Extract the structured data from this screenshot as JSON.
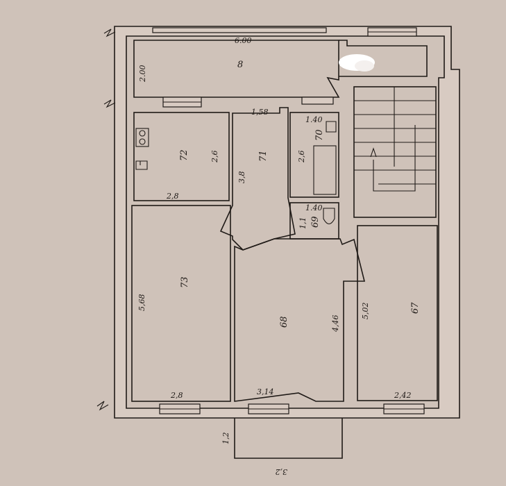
{
  "colors": {
    "paper": "#cfc2b9",
    "ink": "#1f1a17",
    "wall_fill": "#d8cbc2",
    "redaction": "#ffffff"
  },
  "dims": {
    "top_width": "6.00",
    "top_height": "2.00",
    "corridor_width": "1,58",
    "r70_width": "1.40",
    "r72_height": "2,6",
    "r71_height": "3,8",
    "r70_height": "2,6",
    "r72_width": "2,8",
    "r69_width": "1.40",
    "r69_height": "1,1",
    "r73_height": "5,68",
    "r73_width": "2,8",
    "r68_height": "4,46",
    "r68_width": "3,14",
    "r67_height": "5,02",
    "r67_width": "2,42",
    "balcony_depth": "1,2",
    "balcony_width": "3,2"
  },
  "rooms": {
    "r8": "8",
    "r72": "72",
    "r71": "71",
    "r70": "70",
    "r69": "69",
    "r73": "73",
    "r68": "68",
    "r67": "67"
  }
}
